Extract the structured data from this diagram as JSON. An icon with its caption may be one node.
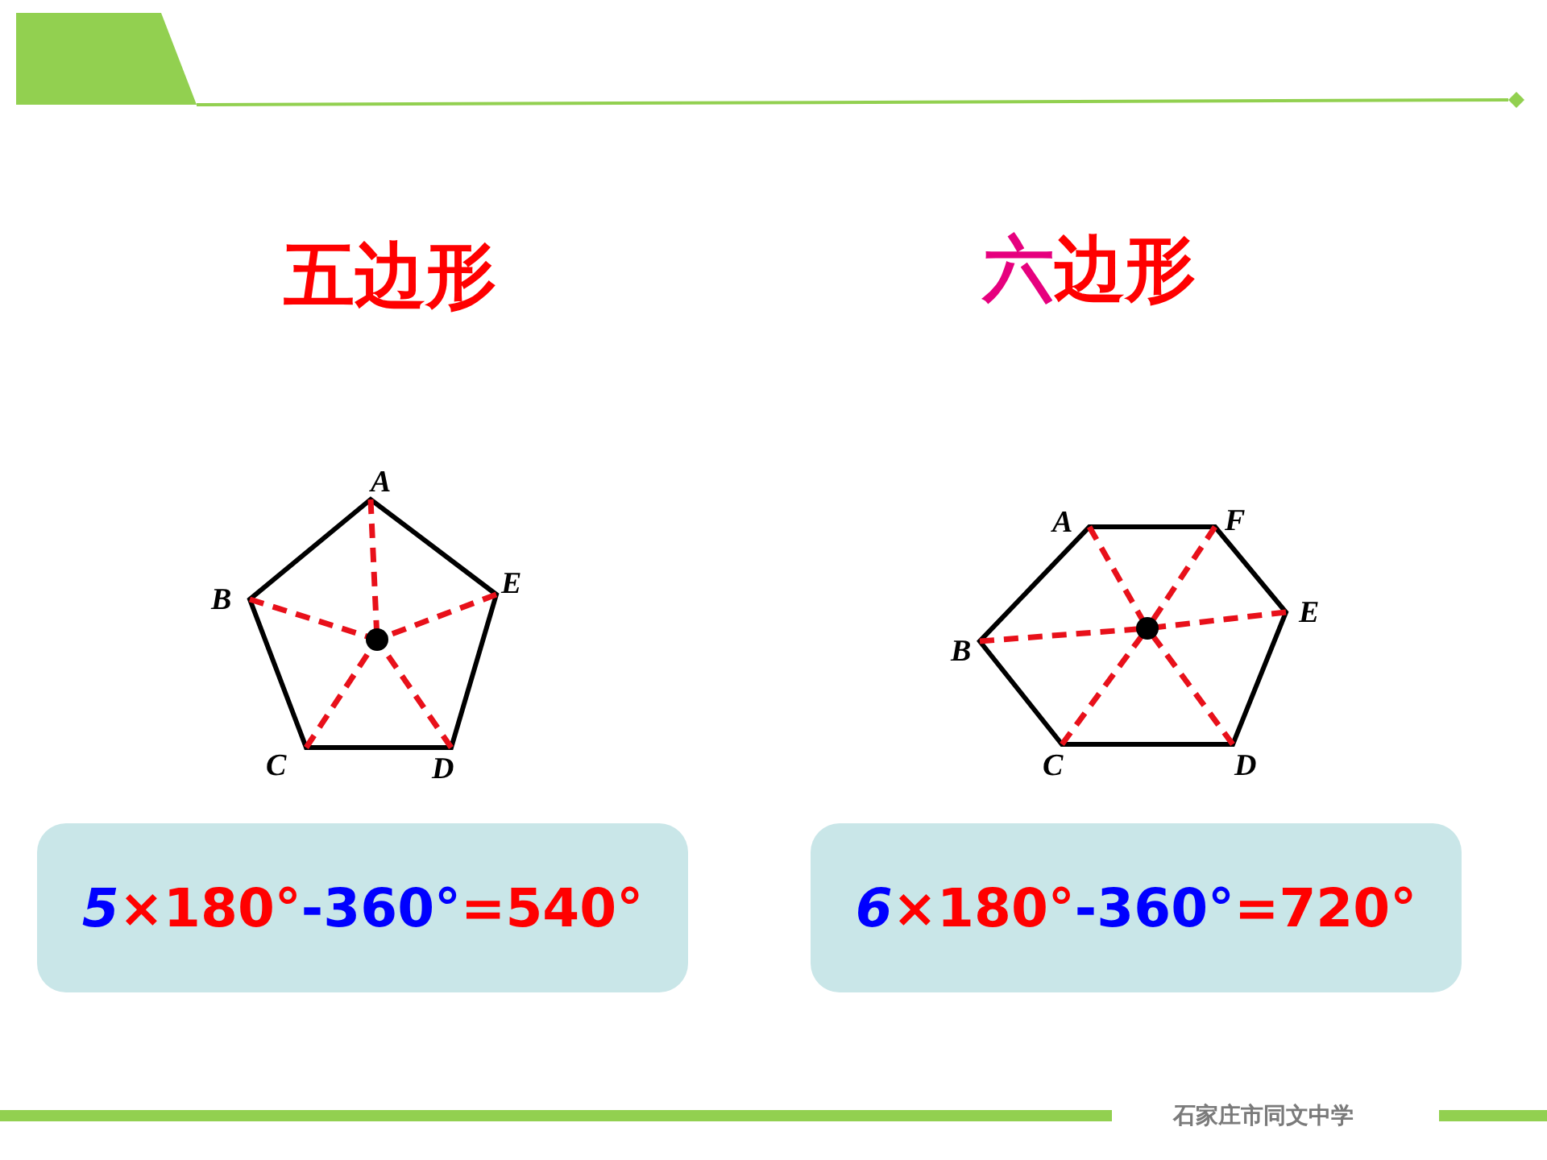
{
  "diagram": {
    "nodes": [
      {
        "text": [
          "5×180°-360°=540°"
        ]
      },
      {
        "text": [
          "6×180°-360°=720°"
        ]
      }
    ],
    "edges": [],
    "labels": [
      "五边形",
      "六边形",
      "A",
      "B",
      "E",
      "C",
      "D",
      "A",
      "F",
      "E",
      "B",
      "C",
      "D",
      "石家庄市同文中学"
    ]
  }
}
